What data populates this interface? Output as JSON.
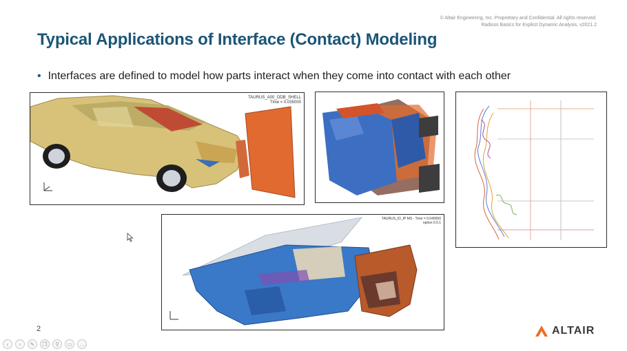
{
  "header": {
    "copyright_line1": "© Altair Engineering, Inc. Proprietary and Confidential. All rights reserved.",
    "copyright_line2": "Radioss Basics for Explicit Dynamic Analysis, v2021.2"
  },
  "slide": {
    "title": "Typical Applications of Interface (Contact) Modeling",
    "bullet": "Interfaces are defined to model how parts interact when they come into contact with each other",
    "page_number": "2"
  },
  "images": {
    "car": {
      "label_line1": "TAURUS_A00_ODB_SHELL",
      "label_line2": "Time = 0.035000"
    },
    "dash": {
      "label_line1": "TAURUS_ID_IP MS - Time = 0.040000",
      "label_line2": "option 0.0.1"
    }
  },
  "footer": {
    "logo_text": "ALTAIR",
    "logo_color": "#f26b22"
  },
  "icons": {
    "cursor": "pointer-cursor-icon",
    "toolbar": [
      "previous-icon",
      "next-icon",
      "pen-icon",
      "copy-icon",
      "zoom-icon",
      "screen-icon",
      "more-icon"
    ]
  },
  "toolbar": {
    "buttons": [
      "‹",
      "›",
      "✎",
      "❐",
      "⚲",
      "▭",
      "…"
    ]
  }
}
